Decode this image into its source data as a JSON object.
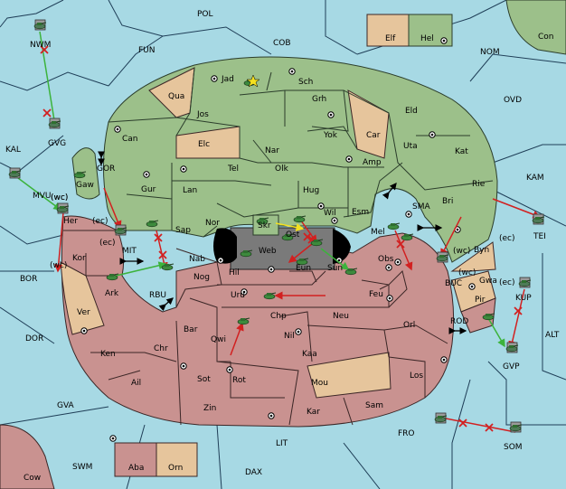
{
  "map": {
    "regions": {
      "pol": "POL",
      "cob": "COB",
      "fun": "FUN",
      "nom": "NOM",
      "ovd": "OVD",
      "kam": "KAM",
      "tei": "TEI",
      "alt": "ALT",
      "fro": "FRO",
      "som": "SOM",
      "lit": "LIT",
      "dax": "DAX",
      "swm": "SWM",
      "gva": "GVA",
      "dor": "DOR",
      "bor": "BOR",
      "kal": "KAL",
      "nwm": "NWM",
      "gvg": "GVG",
      "mvu": "MVU",
      "gor": "GOR",
      "mit": "MIT",
      "rbu": "RBU",
      "sma": "SMA",
      "buc": "BUC",
      "rod": "ROD",
      "gvp": "GVP",
      "kup": "KUP",
      "con": "Con",
      "cow": "Cow",
      "elf": "Elf",
      "hel": "Hel",
      "aba": "Aba",
      "orn": "Orn",
      "jad": "Jad",
      "sch": "Sch",
      "qua": "Qua",
      "jos": "Jos",
      "grh": "Grh",
      "eld": "Eld",
      "can": "Can",
      "elc": "Elc",
      "yok": "Yok",
      "car": "Car",
      "nar": "Nar",
      "uta": "Uta",
      "kat": "Kat",
      "tel": "Tel",
      "olk": "Olk",
      "amp": "Amp",
      "gaw": "Gaw",
      "gur": "Gur",
      "lan": "Lan",
      "hug": "Hug",
      "rie": "Rie",
      "bri": "Bri",
      "nor": "Nor",
      "wil": "Wil",
      "esm": "Esm",
      "sap": "Sap",
      "skr": "Skr",
      "ost": "Ost",
      "mel": "Mel",
      "web": "Web",
      "her": "Her",
      "kor": "Kor",
      "nab": "Nab",
      "eun": "Eun",
      "sun": "Sun",
      "obs": "Obs",
      "byn": "Byn",
      "hil": "Hil",
      "nog": "Nog",
      "gwa": "Gwa",
      "ark": "Ark",
      "uru": "Uru",
      "feu": "Feu",
      "pir": "Pir",
      "ver": "Ver",
      "chp": "Chp",
      "neu": "Neu",
      "bar": "Bar",
      "qwi": "Qwi",
      "nil": "Nil",
      "orl": "Orl",
      "ken": "Ken",
      "chr": "Chr",
      "kaa": "Kaa",
      "ail": "Ail",
      "sot": "Sot",
      "rot": "Rot",
      "mou": "Mou",
      "los": "Los",
      "zin": "Zin",
      "kar": "Kar",
      "sam": "Sam"
    },
    "coast_tags": {
      "her_ec": "(ec)",
      "her_wc": "(wc)",
      "mvu_wc": "(wc)",
      "kor_wc": "(wc)",
      "nab_ec": "(ec)",
      "byn_ec": "(ec)",
      "bri_wc": "(wc)",
      "gwa_wc": "(wc)",
      "gwa_ec": "(ec)"
    },
    "colors": {
      "sea": "#a7d9e4",
      "green_power": "#9cc08a",
      "red_power": "#c99290",
      "neutral": "#e6c59c",
      "impassable": "#7a7a7a",
      "move_red": "#d22020",
      "move_green": "#3cb33c",
      "move_yellow": "#f4e020",
      "cancel_x": "#d22020"
    },
    "icons": [
      "tank-icon",
      "star-icon",
      "supply-center-icon",
      "swap-arrow-icon"
    ]
  }
}
